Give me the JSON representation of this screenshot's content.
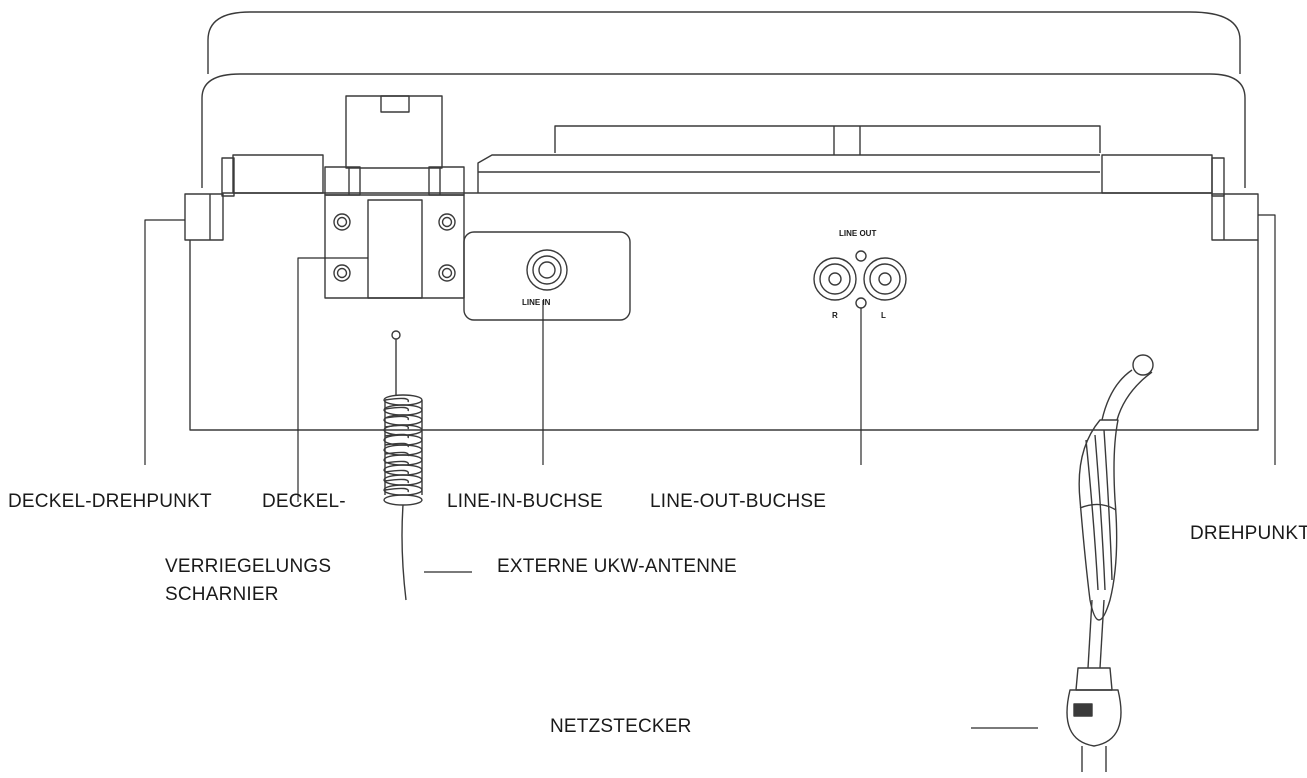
{
  "panel": {
    "line_in": "LINE IN",
    "line_out": "LINE OUT",
    "right": "R",
    "left": "L"
  },
  "labels": {
    "deckel_drehpunkt": "DECKEL-DREHPUNKT",
    "deckel": "DECKEL-",
    "verriegelungs": "VERRIEGELUNGS",
    "scharnier": "SCHARNIER",
    "line_in_buchse": "LINE-IN-BUCHSE",
    "line_out_buchse": "LINE-OUT-BUCHSE",
    "externe_ukw_antenne": "EXTERNE UKW-ANTENNE",
    "drehpunkt": "DREHPUNKT",
    "netzstecker": "NETZSTECKER"
  }
}
